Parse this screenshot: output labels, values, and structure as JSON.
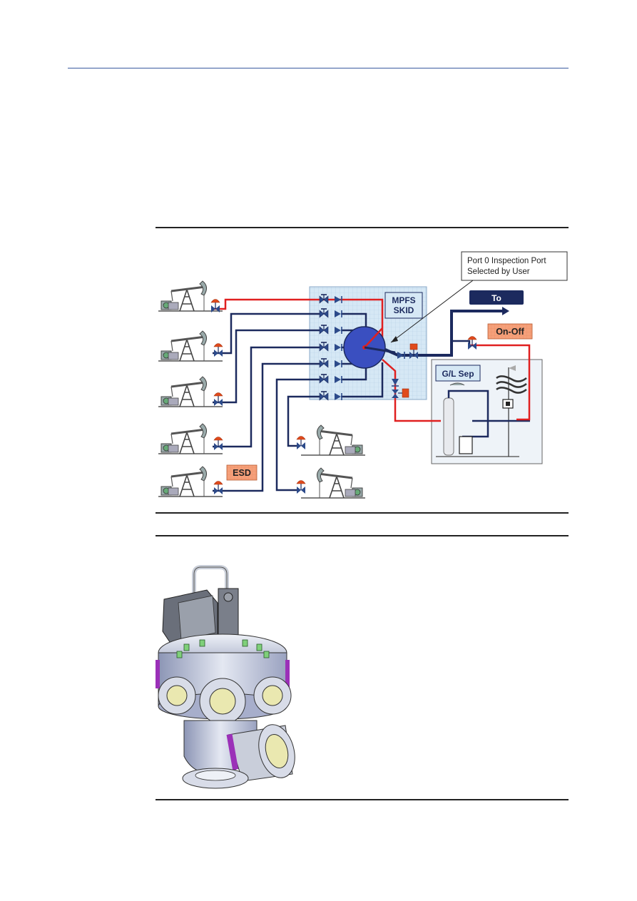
{
  "diagram": {
    "callout": {
      "line1": "Port 0 Inspection Port",
      "line2": "Selected by User"
    },
    "skid_label": {
      "line1": "MPFS",
      "line2": "SKID"
    },
    "to_label": "To",
    "on_off_label": "On-Off",
    "separator_label": "G/L Sep",
    "esd_label": "ESD"
  },
  "colors": {
    "rule": "#3a5aa0",
    "pipe_navy": "#1c2a5e",
    "pipe_red": "#e02020",
    "skid_fill": "#d6e8f5",
    "valve_blue": "#2c4a8a",
    "actuator_orange": "#e04a1c",
    "label_orange": "#f5a07a",
    "manifold": "#3a4fc0"
  }
}
